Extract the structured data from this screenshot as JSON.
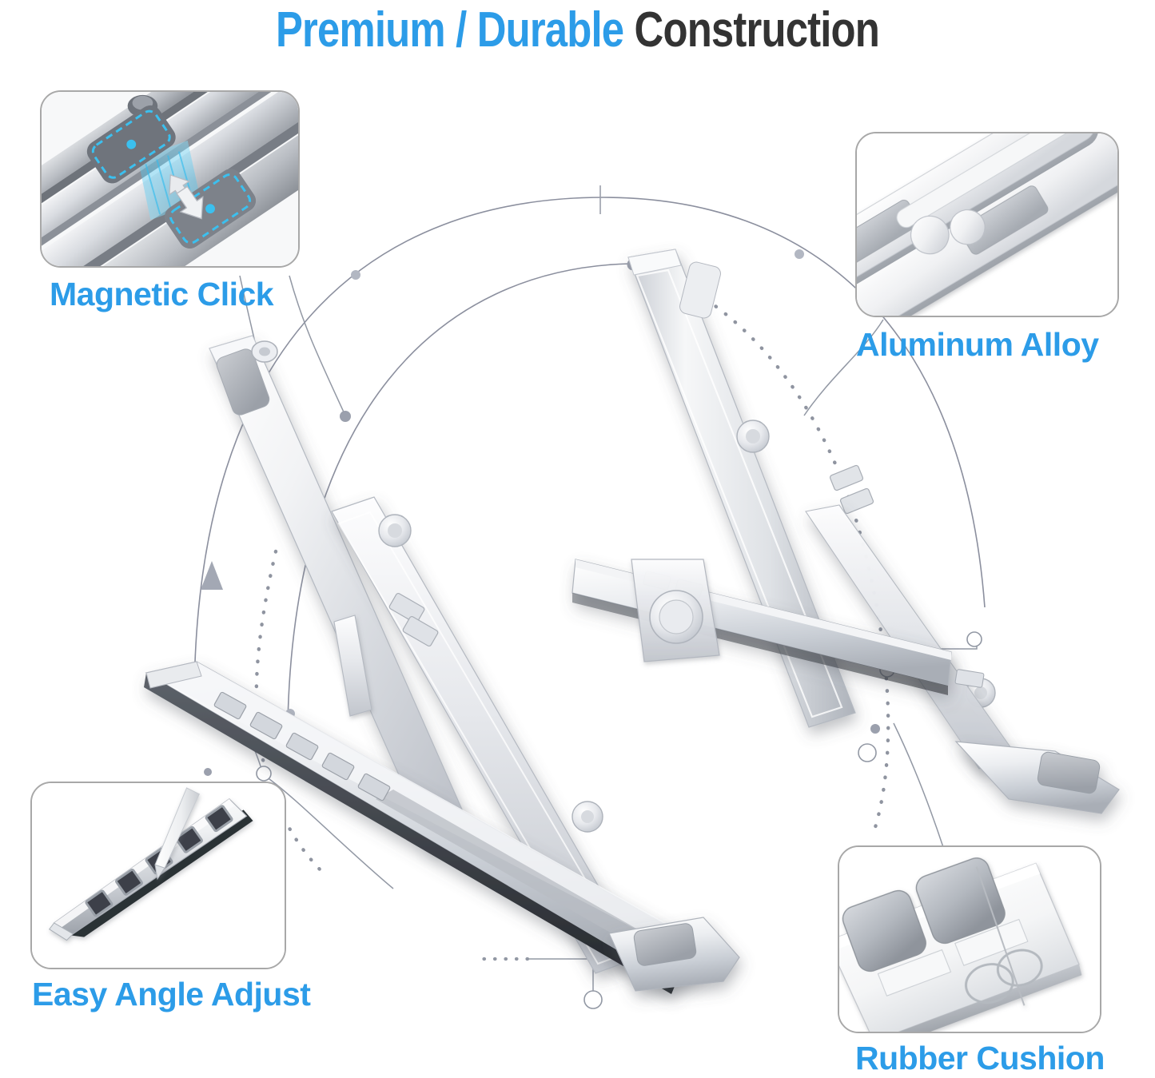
{
  "page": {
    "background_color": "#ffffff",
    "accent_color": "#2c9ce8",
    "dark_text_color": "#333333",
    "frame_border_color": "#a8a8a8",
    "leader_line_color": "#8b8f9e"
  },
  "title": {
    "accent_text": "Premium / Durable",
    "plain_text": "Construction",
    "full_text": "Premium / Durable Construction"
  },
  "callouts": [
    {
      "id": "magnetic-click",
      "label": "Magnetic Click",
      "position": "top-left",
      "image_description": "close-up of two aluminum stand arms with grey magnetic pads outlined in cyan dashed rectangles and a cyan glow with up and down arrows showing the magnet snapping together"
    },
    {
      "id": "aluminum-alloy",
      "label": "Aluminum Alloy",
      "position": "top-right",
      "image_description": "folded silver aluminum alloy laptop stand arms stacked flat showing brushed metal plates and round pivot hinges"
    },
    {
      "id": "easy-angle-adjust",
      "label": "Easy Angle Adjust",
      "position": "bottom-left",
      "image_description": "a notched aluminum rail with square adjustment slots and a white stylus pointing into one of the notches"
    },
    {
      "id": "rubber-cushion",
      "label": "Rubber Cushion",
      "position": "bottom-right",
      "image_description": "close-up of two square grey rubber cushion pads mounted on the white stand feet"
    }
  ],
  "product": {
    "name": "foldable aluminum laptop stand",
    "color": "silver / white",
    "description": "X-shaped adjustable folding laptop stand shown in a raised open position with a central pivot hinge, notched angle-adjust rails, and rubber-cushioned feet",
    "annotations": {
      "rotation_arcs": 2,
      "dotted_arcs": 2,
      "arrow_markers": 1,
      "leader_lines": 5,
      "circle_endpoints": 4
    }
  },
  "colors": {
    "blue": "#2c9ce8",
    "dark_gray": "#333333",
    "metal_light": "#f4f5f7",
    "metal_mid": "#d2d5da",
    "metal_dark": "#9ea3ab",
    "cyan_glow": "#48c6ef",
    "frame_gray": "#a8a8a8"
  }
}
